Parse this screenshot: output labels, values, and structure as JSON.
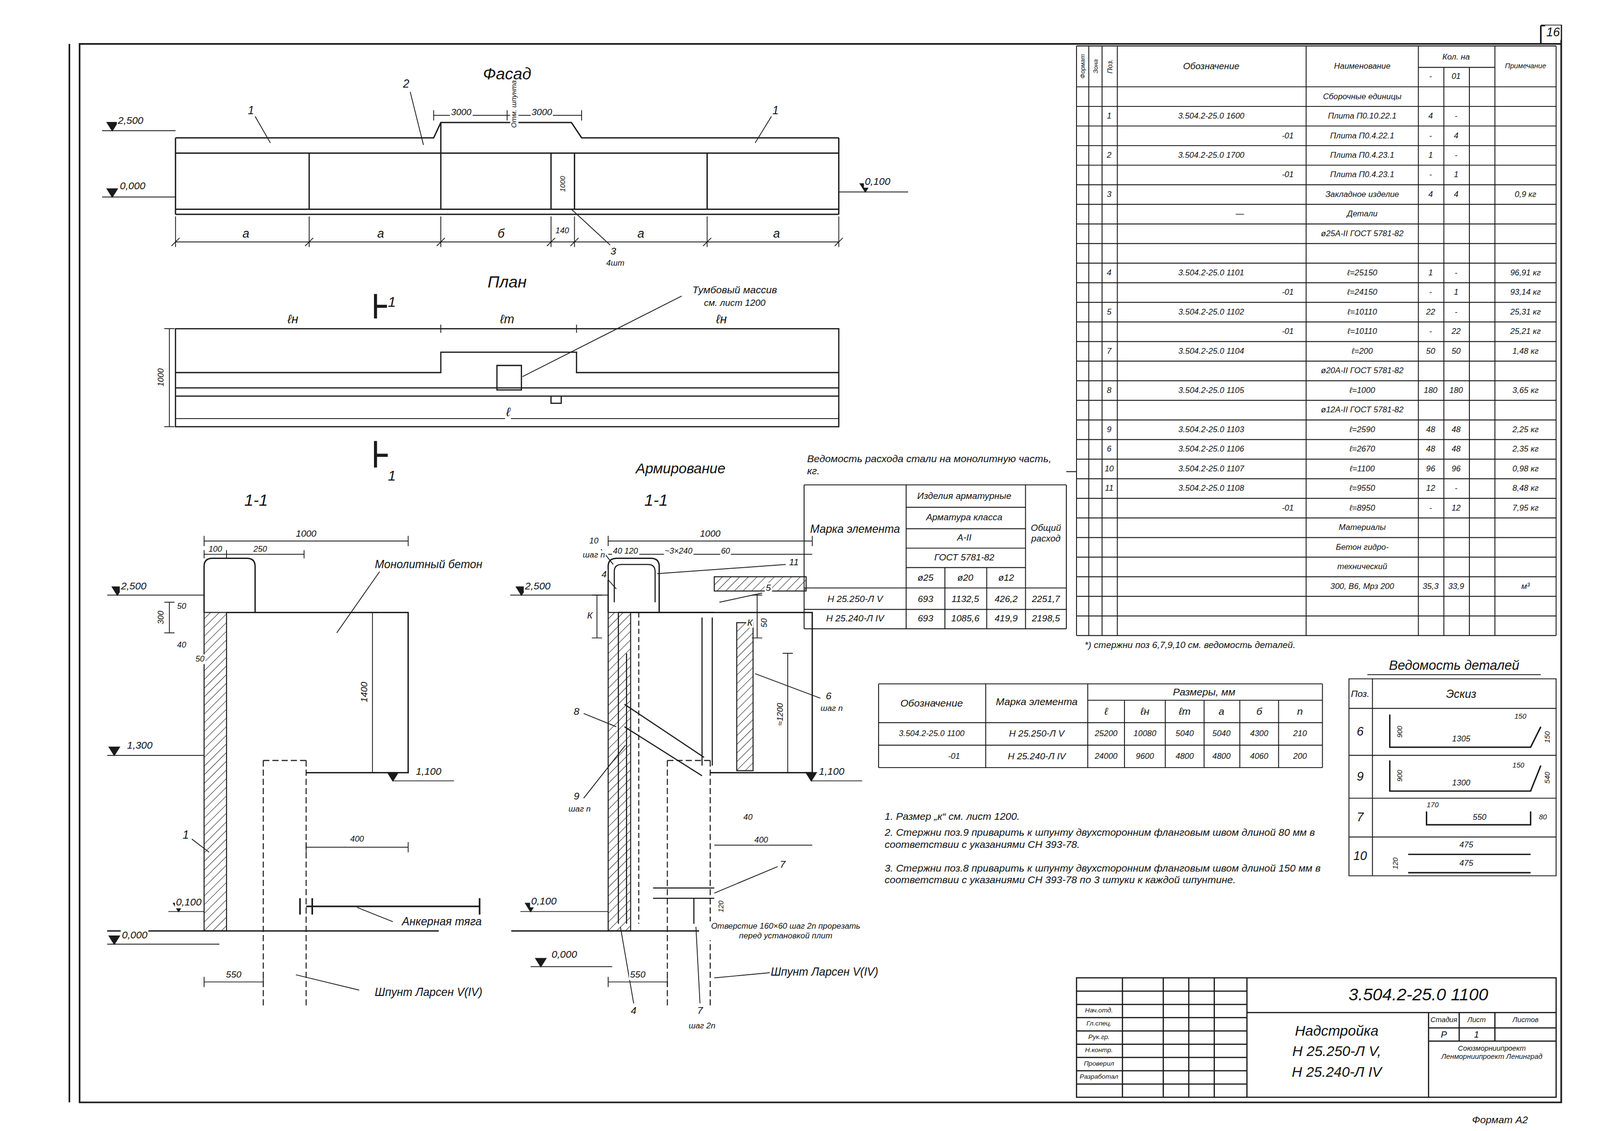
{
  "diagram": {
    "labels": [
      "16",
      "Фасад",
      "2",
      "1",
      "1",
      "2,500",
      "3000",
      "3000",
      "Отм. шпунта",
      "0,000",
      "0,100",
      "1000",
      "a",
      "a",
      "б",
      "140",
      "a",
      "a",
      "3",
      "4шт",
      "План",
      "1",
      "Тумбовый массив",
      "см. лист 1200",
      "ℓн",
      "ℓm",
      "ℓн",
      "1000",
      "ℓ",
      "1",
      "1-1",
      "1000",
      "100",
      "250",
      "Монолитный бетон",
      "2,500",
      "300",
      "50",
      "40",
      "50",
      "1400",
      "1,300",
      "1,100",
      "400",
      "1",
      "Анкерная тяга",
      "0,100",
      "0,000",
      "550",
      "Шпунт Ларсен V(IV)",
      "Армирование",
      "1-1",
      "1000",
      "40 120",
      "~3×240",
      "60",
      "10",
      "шаг n",
      "4",
      "11",
      "5",
      "2,500",
      "К",
      "К",
      "50",
      "6",
      "шаг n",
      "8",
      "≈1200",
      "1,100",
      "9",
      "шаг n",
      "40",
      "400",
      "7",
      "0,100",
      "120",
      "Отверстие 160×60 шаг 2n прорезать перед установкой плит",
      "0,000",
      "550",
      "Шпунт Ларсен V(IV)",
      "4",
      "7",
      "шаг 2n",
      "Ведомость расхода стали на монолитную часть, кг.",
      "Марка элемента",
      "Изделия арматурные",
      "Арматура класса",
      "A-II",
      "ГОСТ 5781-82",
      "ø25",
      "ø20",
      "ø12",
      "Общий расход",
      "Н 25.250-Л V",
      "693",
      "1132,5",
      "426,2",
      "2251,7",
      "Н 25.240-Л IV",
      "693",
      "1085,6",
      "419,9",
      "2198,5",
      "*) стержни поз 6,7,9,10 см. ведомость деталей.",
      "Обозначение",
      "Марка элемента",
      "Размеры, мм",
      "ℓ",
      "ℓн",
      "ℓm",
      "a",
      "б",
      "n",
      "3.504.2-25.0 1100",
      "Н 25.250-Л V",
      "25200",
      "10080",
      "5040",
      "5040",
      "4300",
      "210",
      "-01",
      "Н 25.240-Л IV",
      "24000",
      "9600",
      "4800",
      "4800",
      "4060",
      "200",
      "1. Размер „к“ см. лист 1200.",
      "2. Стержни поз.9 приварить к шпунту двухсторонним фланговым швом длиной 80 мм в соответствии с указаниями СН 393-78.",
      "3. Стержни поз.8 приварить к шпунту двухсторонним фланговым швом длиной 150 мм в соответствии с указаниями СН 393-78 по 3 штуки к каждой шпунтине.",
      "Ведомость деталей",
      "Поз.",
      "Эскиз",
      "6",
      "900",
      "1305",
      "150",
      "150",
      "9",
      "900",
      "1300",
      "150",
      "540",
      "7",
      "170",
      "550",
      "80",
      "10",
      "120",
      "475",
      "475",
      "Формат",
      "Зона",
      "Поз.",
      "Обозначение",
      "Наименование",
      "Кол. на",
      "-",
      "01",
      "Примечание",
      "Сборочные единицы",
      "1",
      "3.504.2-25.0 1600",
      "Плита П0.10.22.1",
      "4",
      "-",
      "-01",
      "Плита П0.4.22.1",
      "-",
      "4",
      "2",
      "3.504.2-25.0 1700",
      "Плита П0.4.23.1",
      "1",
      "-",
      "-01",
      "Плита П0.4.23.1",
      "-",
      "1",
      "3",
      "Закладное изделие",
      "4",
      "4",
      "0,9 кг",
      "—",
      "Детали",
      "ø25A-II ГОСТ 5781-82",
      "4",
      "3.504.2-25.0 1101",
      "ℓ=25150",
      "1",
      "-",
      "96,91 кг",
      "-01",
      "ℓ=24150",
      "-",
      "1",
      "93,14 кг",
      "5",
      "3.504.2-25.0 1102",
      "ℓ=10110",
      "22",
      "-",
      "25,31 кг",
      "-01",
      "ℓ=10110",
      "-",
      "22",
      "25,21 кг",
      "7",
      "3.504.2-25.0 1104",
      "ℓ=200",
      "50",
      "50",
      "1,48 кг",
      "ø20A-II ГОСТ 5781-82",
      "8",
      "3.504.2-25.0 1105",
      "ℓ=1000",
      "180",
      "180",
      "3,65 кг",
      "ø12A-II ГОСТ 5781-82",
      "9",
      "3.504.2-25.0 1103",
      "ℓ=2590",
      "48",
      "48",
      "2,25 кг",
      "6",
      "3.504.2-25.0 1106",
      "ℓ=2670",
      "48",
      "48",
      "2,35 кг",
      "10",
      "3.504.2-25.0 1107",
      "ℓ=1100",
      "96",
      "96",
      "0,98 кг",
      "11",
      "3.504.2-25.0 1108",
      "ℓ=9550",
      "12",
      "-",
      "8,48 кг",
      "-01",
      "ℓ=8950",
      "-",
      "12",
      "7,95 кг",
      "Материалы",
      "Бетон гидро-",
      "технический",
      "300, В6, Мрз 200",
      "35,3",
      "33,9",
      "м³",
      "3.504.2-25.0 1100",
      "Надстройка",
      "Н 25.250-Л V,",
      "Н 25.240-Л IV",
      "Стадия",
      "Лист",
      "Листов",
      "Р",
      "1",
      "Союзморниипроект Ленморниипроект Ленинград",
      "Нач.отд.",
      "Гл.спец.",
      "Рук.гр.",
      "Н.контр.",
      "Проверил",
      "Разработал",
      "Формат А2"
    ]
  }
}
